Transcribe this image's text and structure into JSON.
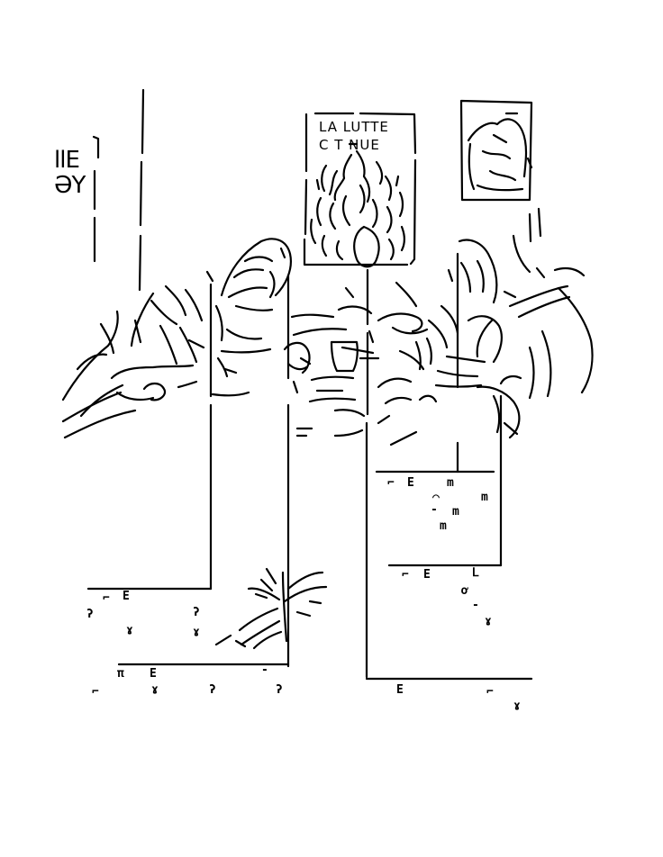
{
  "colors": {
    "background": "#ffffff",
    "ink": "#000000"
  },
  "poster": {
    "line1": "LA LUTTE",
    "line2": "C  T NUE"
  },
  "side_sign": {
    "line1": "llE",
    "line2": "ƏY"
  }
}
